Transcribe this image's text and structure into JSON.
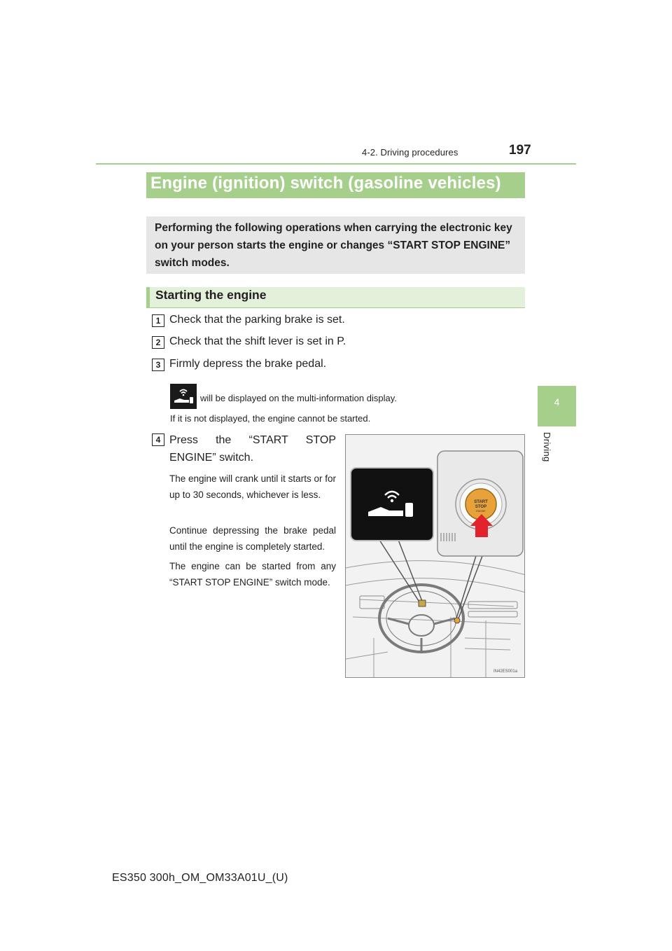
{
  "header": {
    "section": "4-2. Driving procedures",
    "page_number": "197"
  },
  "side_tab": {
    "number": "4",
    "label": "Driving"
  },
  "title": "Engine (ignition) switch (gasoline vehicles)",
  "intro": "Performing the following operations when carrying the electronic key on your person starts the engine or changes “START STOP ENGINE” switch modes.",
  "subsection": "Starting the engine",
  "steps": [
    {
      "num": "1",
      "text": "Check that the parking brake is set."
    },
    {
      "num": "2",
      "text": "Check that the shift lever is set in P."
    },
    {
      "num": "3",
      "text": "Firmly depress the brake pedal."
    },
    {
      "num": "4",
      "text": "Press the “START STOP ENGINE” switch."
    }
  ],
  "indicator_note": "will be displayed on the multi-information display.",
  "not_displayed_note": "If it is not displayed, the engine cannot be started.",
  "step4_paragraphs": [
    "The engine will crank until it starts or for up to 30 seconds, whichever is less.",
    "Continue depressing the brake pedal until the engine is completely started.",
    "The engine can be started from any “START STOP ENGINE” switch mode."
  ],
  "illustration": {
    "button_label_lines": [
      "START",
      "STOP",
      "ENGINE"
    ],
    "code": "IN42ES001a",
    "icon": "key-indicator-icon"
  },
  "colors": {
    "accent_green": "#a6cf8c",
    "light_green": "#e3f0da",
    "intro_gray": "#e6e6e6",
    "button_orange": "#e8a23a",
    "arrow_red": "#e4222b"
  },
  "footer": "ES350 300h_OM_OM33A01U_(U)"
}
